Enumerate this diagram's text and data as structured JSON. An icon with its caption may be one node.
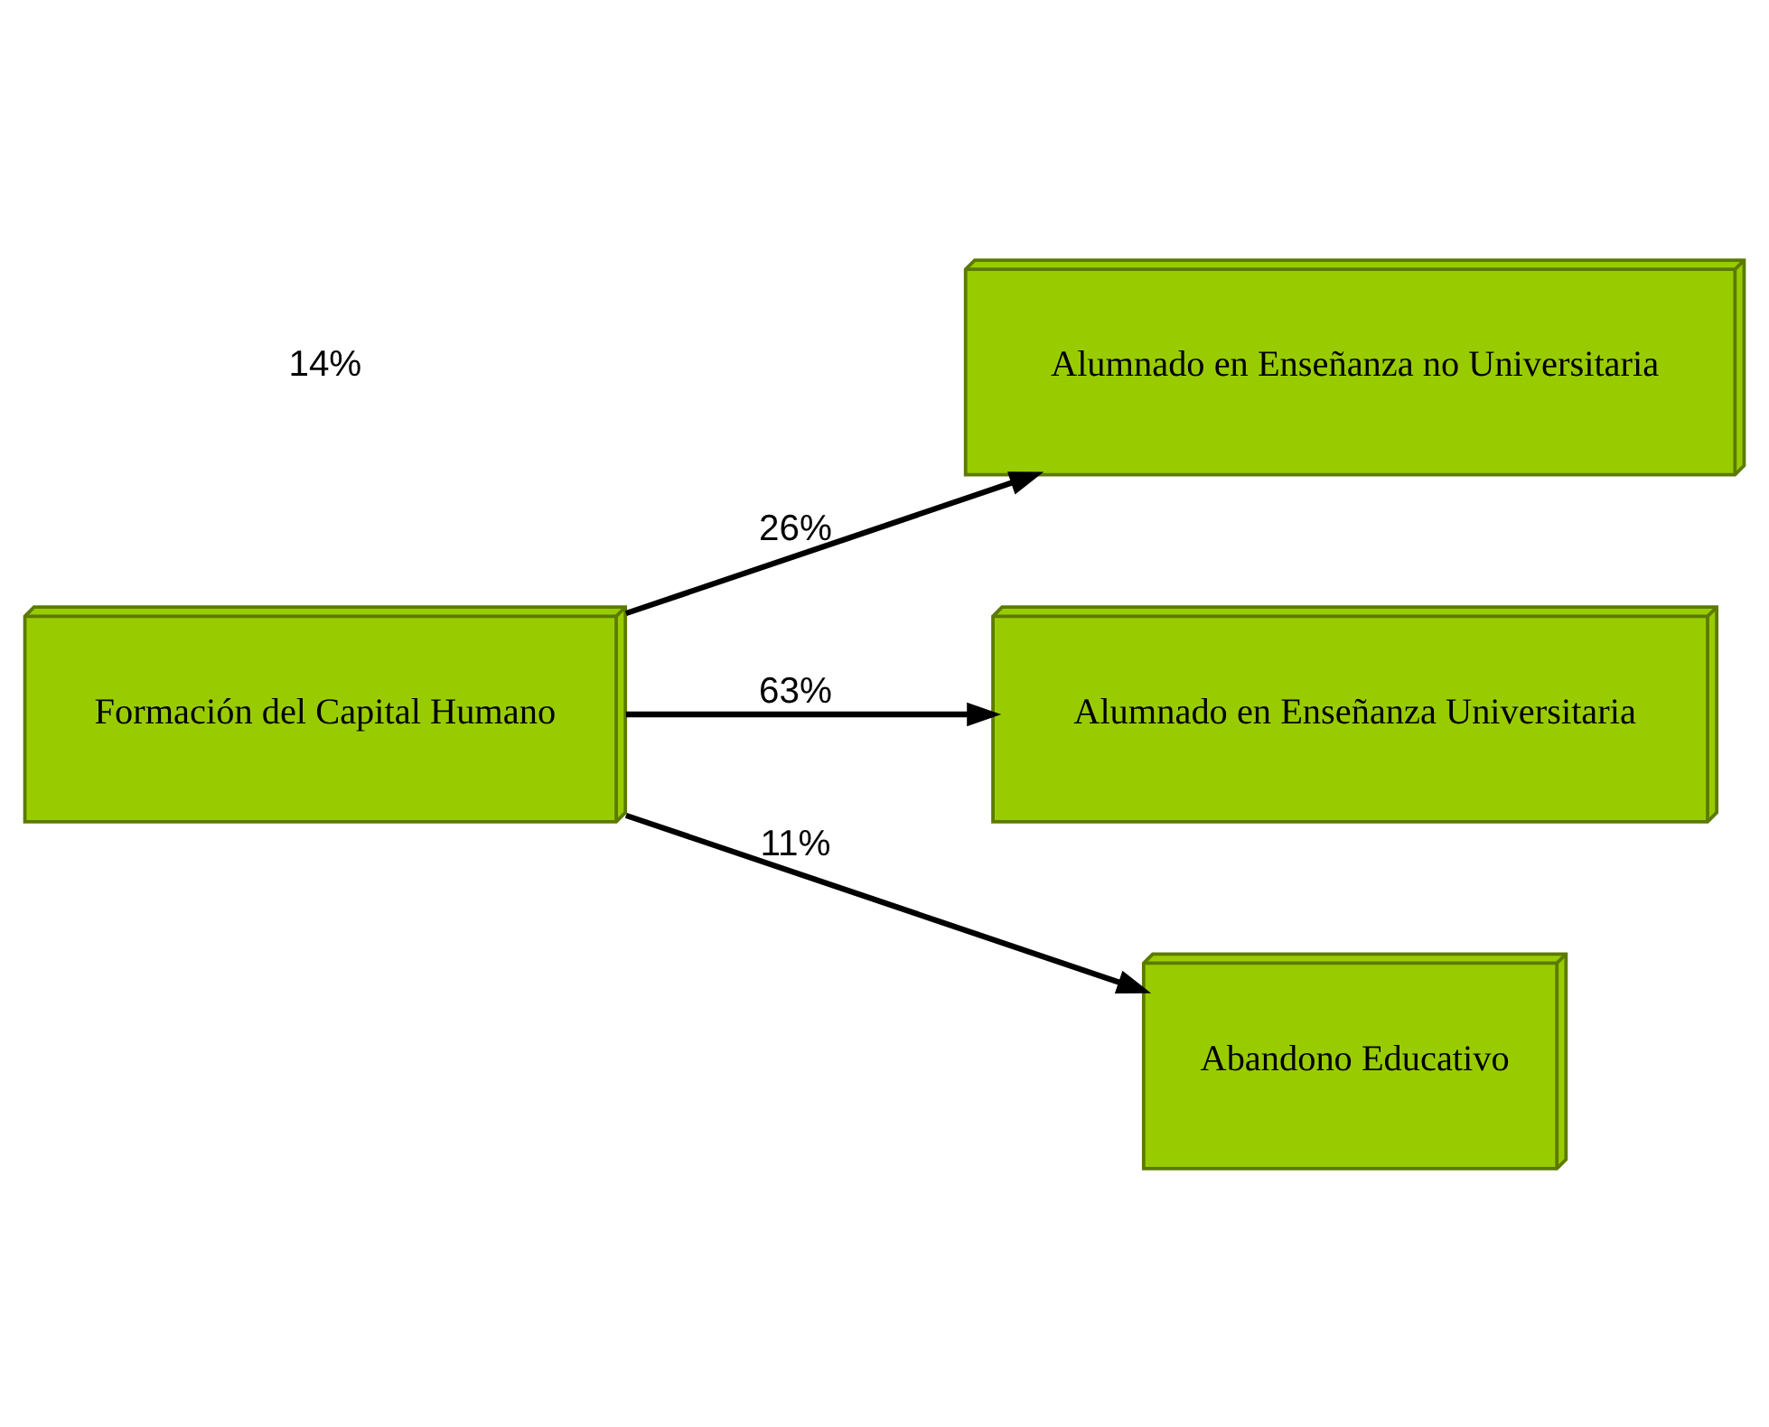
{
  "diagram": {
    "nodes": [
      {
        "text": [
          "Formación del Capital Humano"
        ]
      },
      {
        "text": [
          "Alumnado en Enseñanza no Universitaria"
        ]
      },
      {
        "text": [
          "Alumnado en Enseñanza Universitaria"
        ]
      },
      {
        "text": [
          "Abandono Educativo"
        ]
      }
    ],
    "edges": [
      {
        "from": 0,
        "to": 1,
        "arrow": "to",
        "label": "26%"
      },
      {
        "from": 0,
        "to": 2,
        "arrow": "to",
        "label": "63%"
      },
      {
        "from": 0,
        "to": 3,
        "arrow": "to",
        "label": "11%"
      }
    ],
    "labels": [
      "14%"
    ]
  }
}
